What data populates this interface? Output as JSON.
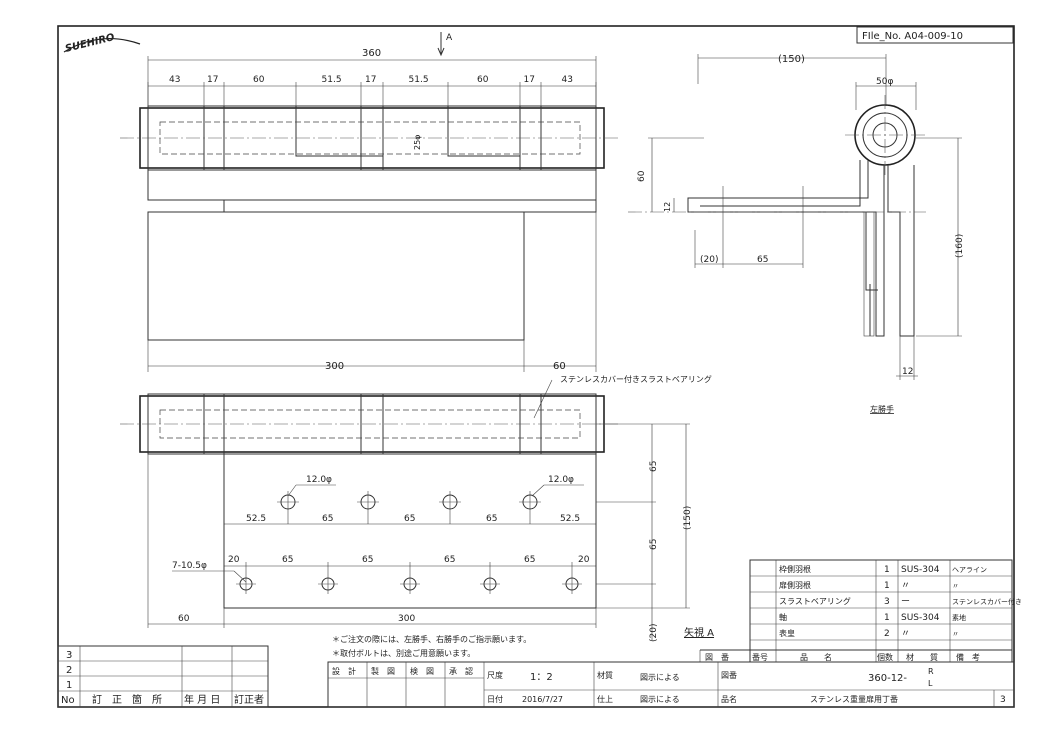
{
  "header": {
    "logo_text": "SUEHIRO",
    "file_no": "FIle_No.  A04-009-10",
    "view_marker": "A"
  },
  "dims": {
    "top_total": "360",
    "top_segments": [
      "43",
      "17",
      "60",
      "51.5",
      "17",
      "51.5",
      "60",
      "17",
      "43"
    ],
    "diameter_25": "25φ",
    "bottom_300": "300",
    "bottom_60": "60",
    "side_150": "(150)",
    "side_50": "50φ",
    "side_60": "60",
    "side_12": "12",
    "side_20": "(20)",
    "side_65": "65",
    "side_160": "(160)",
    "side_12b": "12",
    "left_hand_label": "左勝手",
    "bearing_label": "ステンレスカバー付きスラストベアリング",
    "hole_12_left": "12.0φ",
    "hole_12_right": "12.0φ",
    "upper_row": [
      "52.5",
      "65",
      "65",
      "65",
      "52.5"
    ],
    "hole_7": "7-10.5φ",
    "lower_row": [
      "20",
      "65",
      "65",
      "65",
      "65",
      "20"
    ],
    "plate_60": "60",
    "plate_300": "300",
    "right_65a": "65",
    "right_65b": "65",
    "right_150": "(150)",
    "right_20": "(20)",
    "view_a": "矢視 A"
  },
  "notes": [
    "＊ご注文の際には、左勝手、右勝手のご指示願います。",
    "＊取付ボルトは、別途ご用意願います。"
  ],
  "parts_table": {
    "headers": [
      "図　番",
      "番号",
      "品　　名",
      "個数",
      "材　　質",
      "備　考"
    ],
    "rows": [
      {
        "name": "枠側羽根",
        "qty": "1",
        "mat": "SUS-304",
        "note": "ヘアライン"
      },
      {
        "name": "扉側羽根",
        "qty": "1",
        "mat": "〃",
        "note": "〃"
      },
      {
        "name": "スラストベアリング",
        "qty": "3",
        "mat": "ー",
        "note": "ステンレスカバー付き"
      },
      {
        "name": "軸",
        "qty": "1",
        "mat": "SUS-304",
        "note": "素地"
      },
      {
        "name": "表皇",
        "qty": "2",
        "mat": "〃",
        "note": "〃"
      }
    ]
  },
  "revision_table": {
    "rows": [
      "3",
      "2",
      "1"
    ],
    "footer": [
      "No",
      "訂　正　箇　所",
      "年 月 日",
      "訂正者"
    ]
  },
  "title_block": {
    "roles": [
      "設　計",
      "製　図",
      "検　図",
      "承　認"
    ],
    "scale_label": "尺度",
    "scale": "1：2",
    "material_label": "材質",
    "material": "図示による",
    "drawing_label": "図番",
    "drawing_no": "360-12-",
    "drawing_sup": "R",
    "drawing_sub": "L",
    "date_label": "日付",
    "date": "2016/7/27",
    "finish_label": "仕上",
    "finish": "図示による",
    "product_label": "品名",
    "product": "ステンレス重量扉用丁番",
    "sheet_no": "3"
  }
}
